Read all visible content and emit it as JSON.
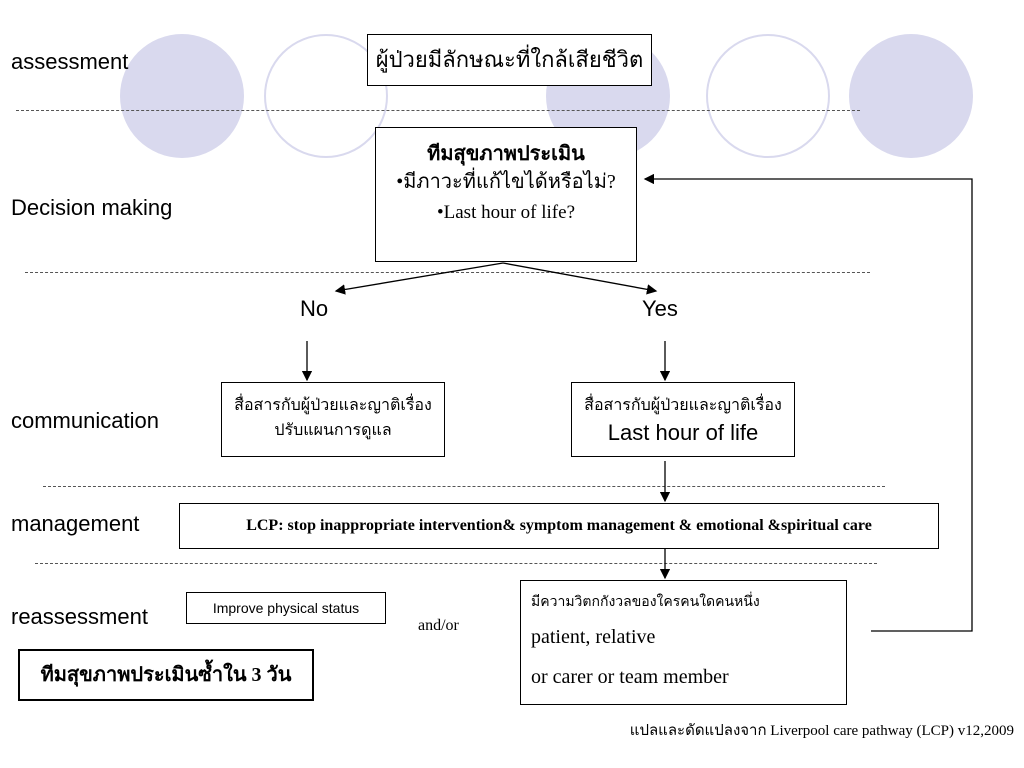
{
  "stages": {
    "assessment": "assessment",
    "decision": "Decision making",
    "communication": "communication",
    "management": "management",
    "reassessment": "reassessment"
  },
  "boxes": {
    "dying_signs": "ผู้ป่วยมีลักษณะที่ใกล้เสียชีวิต",
    "team_title": "ทีมสุขภาพประเมิน",
    "team_q1": "•มีภาวะที่แก้ไขได้หรือไม่?",
    "team_q2": "•Last hour of life?",
    "comm_no_line1": "สื่อสารกับผู้ป่วยและญาติเรื่อง",
    "comm_no_line2": "ปรับแผนการดูแล",
    "comm_yes_line1": "สื่อสารกับผู้ป่วยและญาติเรื่อง",
    "comm_yes_line2": "Last hour of life",
    "lcp": "LCP: stop inappropriate intervention& symptom management & emotional &spiritual care",
    "improve": "Improve physical status",
    "reassess_3days": "ทีมสุขภาพประเมินซ้ำใน 3 วัน",
    "concern_line1": "มีความวิตกกังวลของใครคนใดคนหนึ่ง",
    "concern_line2": "patient, relative",
    "concern_line3": "or carer or team member"
  },
  "branches": {
    "no": "No",
    "yes": "Yes",
    "andor": "and/or"
  },
  "footer": "แปลและดัดแปลงจาก Liverpool care pathway (LCP) v12,2009",
  "colors": {
    "circle": "#d9d9ee",
    "divider": "#555555"
  }
}
